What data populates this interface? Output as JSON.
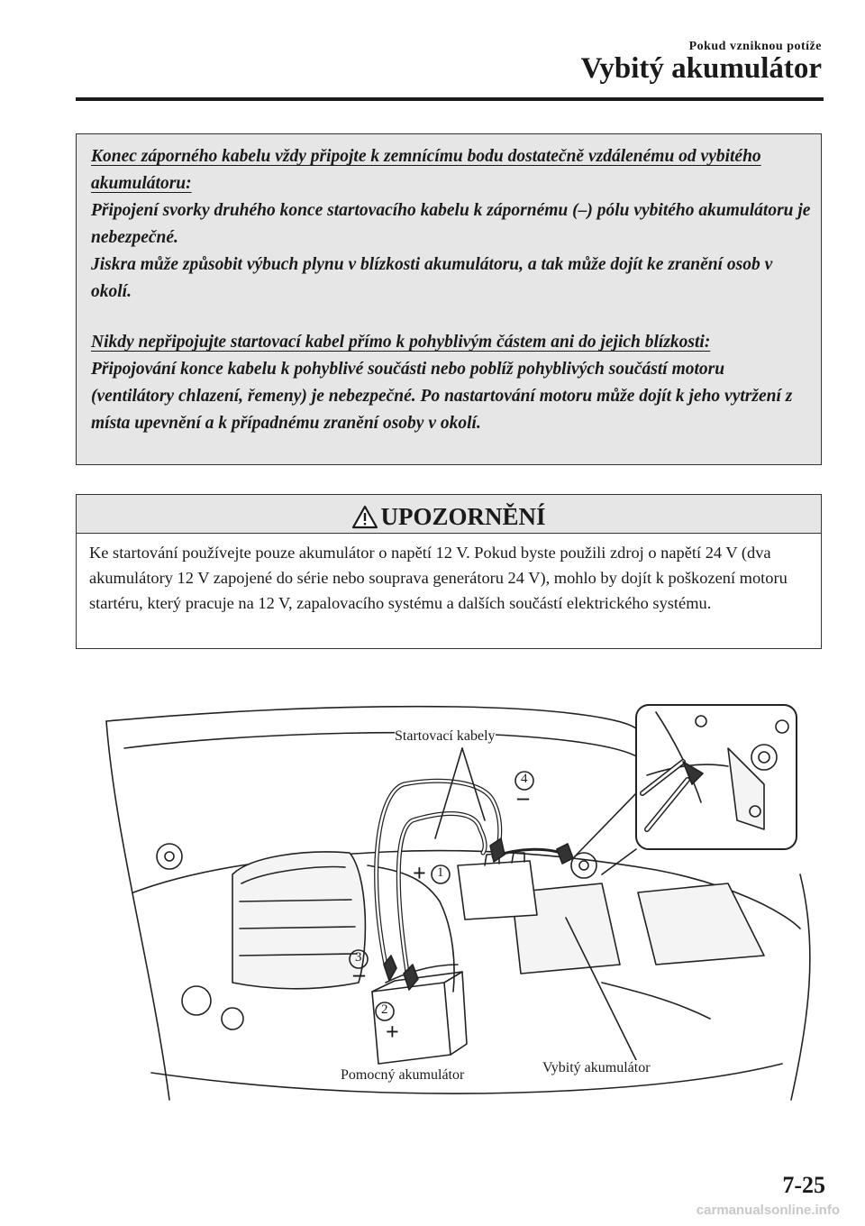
{
  "header": {
    "section": "Pokud vzniknou potíže",
    "title": "Vybitý akumulátor"
  },
  "warning": {
    "h1": "Konec záporného kabelu vždy připojte k zemnícímu bodu dostatečně vzdálenému od vybitého akumulátoru:",
    "p1": "Připojení svorky druhého konce startovacího kabelu k zápornému (–) pólu vybitého akumulátoru je nebezpečné.",
    "p2": "Jiskra může způsobit výbuch plynu v blízkosti akumulátoru, a tak může dojít ke zranění osob v okolí.",
    "h2": "Nikdy nepřipojujte startovací kabel přímo k pohyblivým částem ani do jejich blízkosti:",
    "p3": "Připojování konce kabelu k pohyblivé součásti nebo poblíž pohyblivých součástí motoru (ventilátory chlazení, řemeny) je nebezpečné. Po nastartování motoru může dojít k jeho vytržení z místa upevnění a k případnému zranění osoby v okolí."
  },
  "caution": {
    "title": "UPOZORNĚNÍ",
    "body": "Ke startování používejte pouze akumulátor o napětí 12 V. Pokud byste použili zdroj o napětí 24 V (dva akumulátory 12 V zapojené do série nebo souprava generátoru 24 V), mohlo by dojít k poškození motoru startéru, který pracuje na 12 V, zapalovacího systému a dalších součástí elektrického systému."
  },
  "figure": {
    "label_cables": "Startovací kabely",
    "label_booster": "Pomocný akumulátor",
    "label_dead": "Vybitý akumulátor",
    "step1": "1",
    "step2": "2",
    "step3": "3",
    "step4": "4",
    "plus": "+",
    "minus": "–"
  },
  "page_number": "7-25",
  "watermark": "carmanualsonline.info"
}
